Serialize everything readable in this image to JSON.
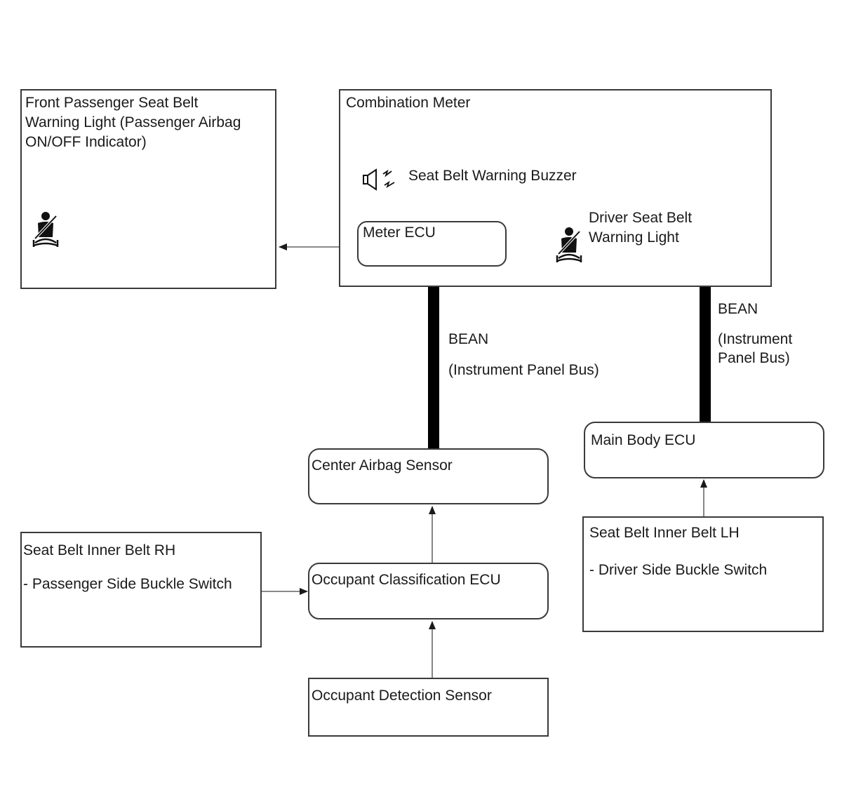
{
  "front_passenger": {
    "line1": "Front Passenger Seat Belt",
    "line2": "Warning Light (Passenger Airbag",
    "line3": "ON/OFF Indicator)",
    "icon": "seat-belt-icon"
  },
  "combination_meter": {
    "title": "Combination Meter",
    "buzzer_label": "Seat Belt Warning Buzzer",
    "buzzer_icon": "speaker-icon",
    "meter_ecu": "Meter ECU",
    "driver_light_line1": "Driver Seat Belt",
    "driver_light_line2": "Warning Light",
    "driver_icon": "seat-belt-icon"
  },
  "bus_center": {
    "name": "BEAN",
    "desc": "(Instrument Panel Bus)"
  },
  "bus_right": {
    "name": "BEAN",
    "desc_line1": "(Instrument",
    "desc_line2": "Panel Bus)"
  },
  "center_airbag_sensor": "Center Airbag Sensor",
  "main_body_ecu": "Main Body ECU",
  "inner_belt_rh": {
    "title": "Seat Belt Inner Belt RH",
    "item": "- Passenger Side Buckle Switch"
  },
  "occupant_classification_ecu": "Occupant Classification ECU",
  "inner_belt_lh": {
    "title": "Seat Belt Inner Belt LH",
    "item": "- Driver Side Buckle Switch"
  },
  "occupant_detection_sensor": "Occupant Detection Sensor"
}
